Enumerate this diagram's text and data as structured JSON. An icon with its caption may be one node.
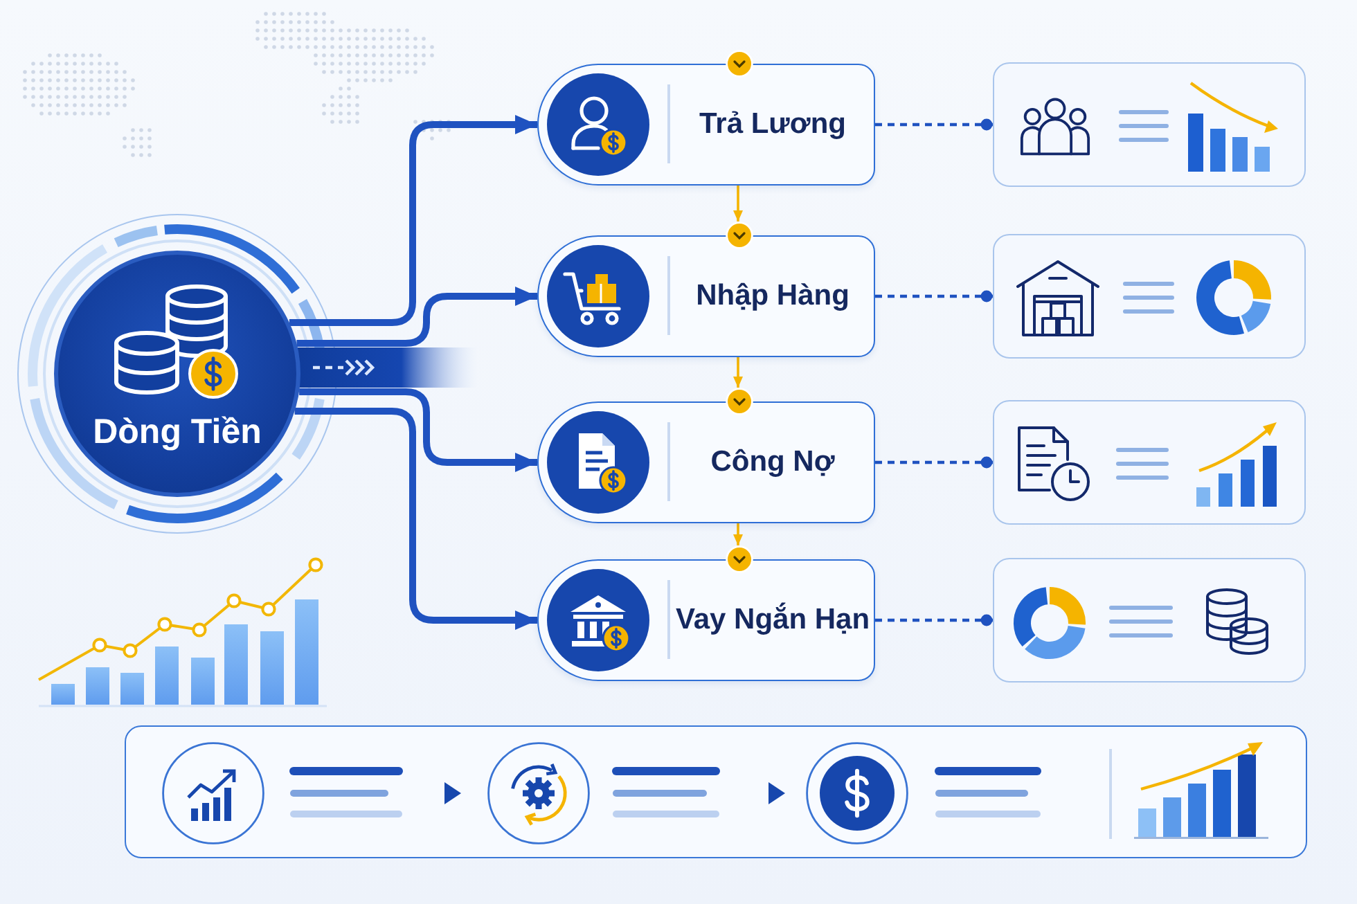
{
  "diagram": {
    "nodes": [
      {
        "text": [
          "Dòng Tiền"
        ]
      },
      {
        "text": [
          "Trả Lương"
        ]
      },
      {
        "text": [
          "Nhập Hàng"
        ]
      },
      {
        "text": [
          "Công Nợ"
        ]
      },
      {
        "text": [
          "Vay Ngắn Hạn"
        ]
      },
      {
        "text": [],
        "shape": "box"
      },
      {
        "text": [],
        "shape": "box"
      },
      {
        "text": [],
        "shape": "box"
      },
      {
        "text": [],
        "shape": "box"
      },
      {
        "text": [],
        "shape": "box"
      }
    ],
    "edges": [
      {
        "from": 0,
        "to": 1,
        "arrow": "to",
        "style": "thick"
      },
      {
        "from": 0,
        "to": 2,
        "arrow": "to",
        "style": "thick"
      },
      {
        "from": 0,
        "to": 3,
        "arrow": "to",
        "style": "thick"
      },
      {
        "from": 0,
        "to": 4,
        "arrow": "to",
        "style": "thick"
      },
      {
        "from": 1,
        "to": 2,
        "arrow": "to",
        "color": "#f5b400"
      },
      {
        "from": 2,
        "to": 3,
        "arrow": "to",
        "color": "#f5b400"
      },
      {
        "from": 3,
        "to": 4,
        "arrow": "to",
        "color": "#f5b400"
      },
      {
        "from": 1,
        "to": 5,
        "arrow": "other",
        "style": "dashed"
      },
      {
        "from": 2,
        "to": 6,
        "arrow": "other",
        "style": "dashed"
      },
      {
        "from": 3,
        "to": 7,
        "arrow": "other",
        "style": "dashed"
      },
      {
        "from": 4,
        "to": 8,
        "arrow": "other",
        "style": "dashed"
      }
    ]
  }
}
